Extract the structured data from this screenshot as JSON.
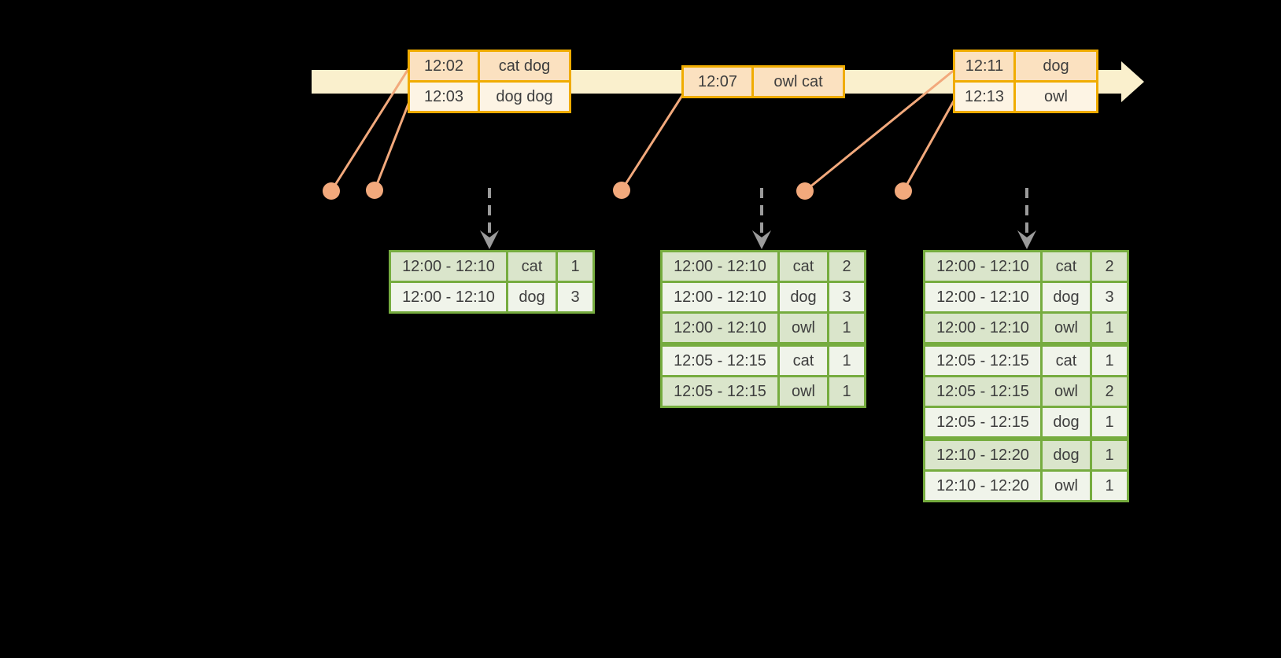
{
  "colors": {
    "background": "#000000",
    "timeline_fill": "#FAF0CD",
    "event_table_border": "#F0AC00",
    "event_row_a_fill": "#FBE1C0",
    "event_row_b_fill": "#FDF4E4",
    "connector_and_dots": "#F2A97C",
    "trigger_arrow": "#9B9B9B",
    "result_table_border": "#76AC3F",
    "result_row_a_fill": "#DAE5CB",
    "result_row_b_fill": "#F0F4EA",
    "text": "#3E3E3E"
  },
  "event_tables": {
    "t1": {
      "rows": [
        [
          "12:02",
          "cat dog"
        ],
        [
          "12:03",
          "dog dog"
        ]
      ]
    },
    "t2": {
      "rows": [
        [
          "12:07",
          "owl cat"
        ]
      ]
    },
    "t3": {
      "rows": [
        [
          "12:11",
          "dog"
        ],
        [
          "12:13",
          "owl"
        ]
      ]
    }
  },
  "result_tables": {
    "t1": {
      "group_starts": [],
      "rows": [
        [
          "12:00 - 12:10",
          "cat",
          "1"
        ],
        [
          "12:00 - 12:10",
          "dog",
          "3"
        ]
      ]
    },
    "t2": {
      "group_starts": [
        3
      ],
      "rows": [
        [
          "12:00 - 12:10",
          "cat",
          "2"
        ],
        [
          "12:00 - 12:10",
          "dog",
          "3"
        ],
        [
          "12:00 - 12:10",
          "owl",
          "1"
        ],
        [
          "12:05 - 12:15",
          "cat",
          "1"
        ],
        [
          "12:05 - 12:15",
          "owl",
          "1"
        ]
      ]
    },
    "t3": {
      "group_starts": [
        3,
        6
      ],
      "rows": [
        [
          "12:00 - 12:10",
          "cat",
          "2"
        ],
        [
          "12:00 - 12:10",
          "dog",
          "3"
        ],
        [
          "12:00 - 12:10",
          "owl",
          "1"
        ],
        [
          "12:05 - 12:15",
          "cat",
          "1"
        ],
        [
          "12:05 - 12:15",
          "owl",
          "2"
        ],
        [
          "12:05 - 12:15",
          "dog",
          "1"
        ],
        [
          "12:10 - 12:20",
          "dog",
          "1"
        ],
        [
          "12:10 - 12:20",
          "owl",
          "1"
        ]
      ]
    }
  }
}
